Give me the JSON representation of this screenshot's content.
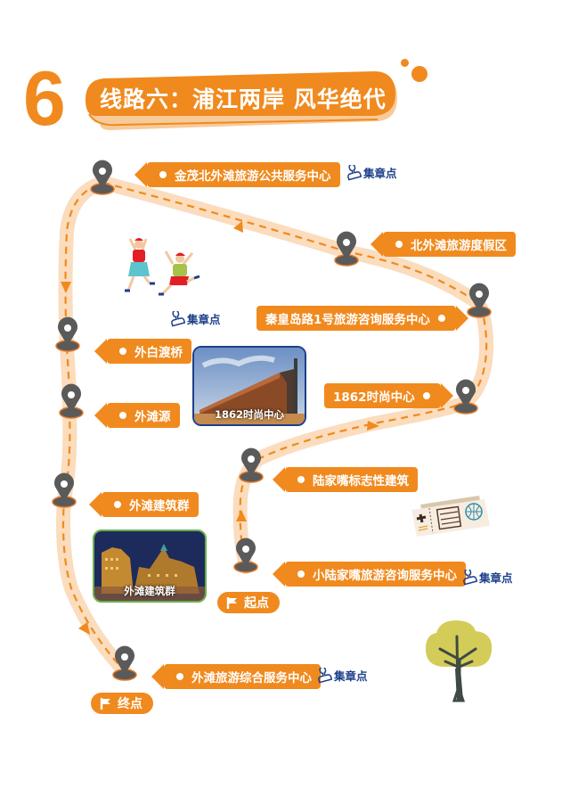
{
  "header": {
    "route_number": "6",
    "title": "线路六：浦江两岸 风华绝代"
  },
  "colors": {
    "accent": "#f08a1e",
    "route_band": "#fbdcbd",
    "pin": "#5a5a5a",
    "stamp_text": "#1d3f8a",
    "tree_leaf": "#d3cc58",
    "tree_trunk": "#3f4a44"
  },
  "stops": [
    {
      "name": "小陆家嘴旅游咨询服务中心",
      "stamp": "集章点",
      "order": 1
    },
    {
      "name": "陆家嘴标志性建筑",
      "order": 2
    },
    {
      "name": "1862时尚中心",
      "order": 3
    },
    {
      "name": "秦皇岛路1号旅游咨询服务中心",
      "order": 4
    },
    {
      "name": "北外滩旅游度假区",
      "order": 5
    },
    {
      "name": "金茂北外滩旅游公共服务中心",
      "stamp": "集章点",
      "order": 6
    },
    {
      "name": "外白渡桥",
      "order": 7
    },
    {
      "name": "外滩源",
      "order": 8
    },
    {
      "name": "外滩建筑群",
      "order": 9
    },
    {
      "name": "外滩旅游综合服务中心",
      "stamp": "集章点",
      "order": 10
    }
  ],
  "extra_stamp": "集章点",
  "start_label": "起点",
  "end_label": "终点",
  "photos": [
    {
      "caption": "1862时尚中心"
    },
    {
      "caption": "外滩建筑群"
    }
  ],
  "icons": {
    "pin": "map-pin-icon",
    "stamp": "stamp-icon",
    "flag": "flag-icon",
    "tree": "tree-icon",
    "ticket": "ticket-icon",
    "people": "jumping-kids-illustration"
  }
}
